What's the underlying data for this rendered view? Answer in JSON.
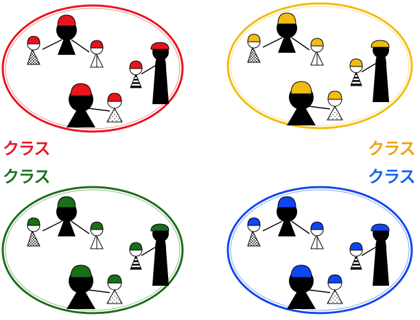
{
  "labels": {
    "red": "クラス",
    "orange": "クラス",
    "green": "クラス",
    "blue": "クラス"
  },
  "colors": {
    "red": "#e8141e",
    "orange": "#f0bc10",
    "green": "#1a6e1a",
    "blue": "#1046f0",
    "label_red": "#e8141e",
    "label_orange": "#f0a000",
    "label_green": "#1a6e1a",
    "label_blue": "#1060f0"
  },
  "groups": [
    {
      "id": "red-family",
      "color_key": "red"
    },
    {
      "id": "orange-family",
      "color_key": "orange"
    },
    {
      "id": "green-family",
      "color_key": "green"
    },
    {
      "id": "blue-family",
      "color_key": "blue"
    }
  ]
}
